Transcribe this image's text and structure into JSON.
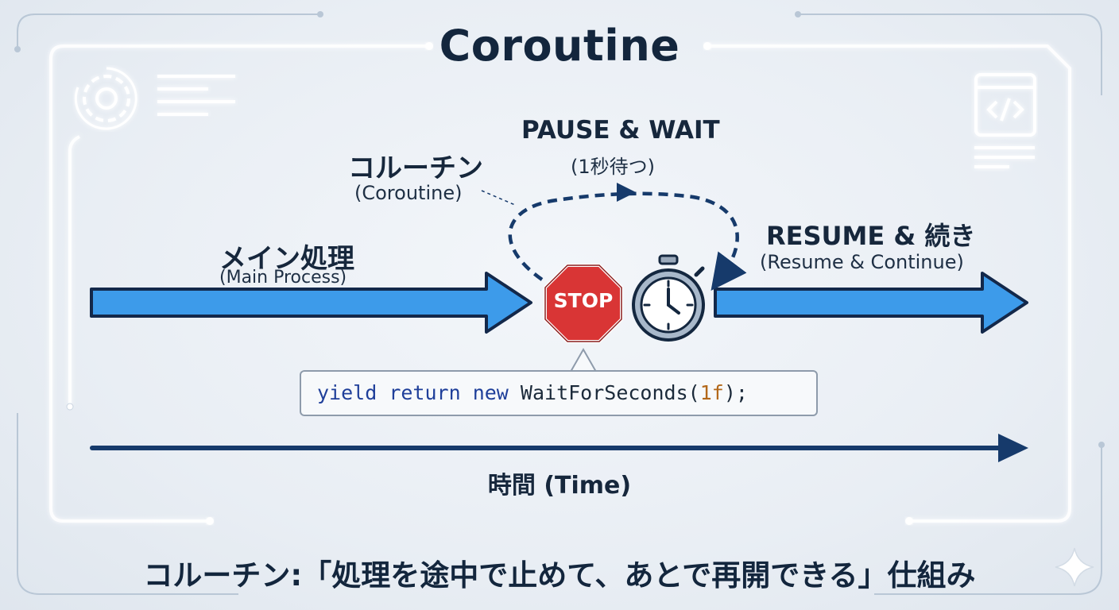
{
  "title": "Coroutine",
  "labels": {
    "main_jp": "メイン処理",
    "main_en": "(Main Process)",
    "coroutine_jp": "コルーチン",
    "coroutine_en": "(Coroutine)",
    "pause_en": "PAUSE & WAIT",
    "pause_jp": "(1秒待つ)",
    "resume_en": "RESUME & 続き",
    "resume_sub": "(Resume & Continue)",
    "stop_sign": "STOP",
    "time_axis": "時間 (Time)"
  },
  "code": {
    "kw1": "yield",
    "kw2": "return",
    "kw3": "new",
    "fn_open": "WaitForSeconds(",
    "num": "1f",
    "close": ");"
  },
  "caption": "コルーチン:「処理を途中で止めて、あとで再開できる」仕組み",
  "icons": [
    "gear-icon",
    "code-window-icon",
    "stop-sign-icon",
    "stopwatch-icon",
    "sparkle-icon"
  ],
  "colors": {
    "arrow_fill": "#3d9bea",
    "arrow_stroke": "#13284a",
    "stop_red": "#d93535",
    "timeline": "#163a6b"
  }
}
